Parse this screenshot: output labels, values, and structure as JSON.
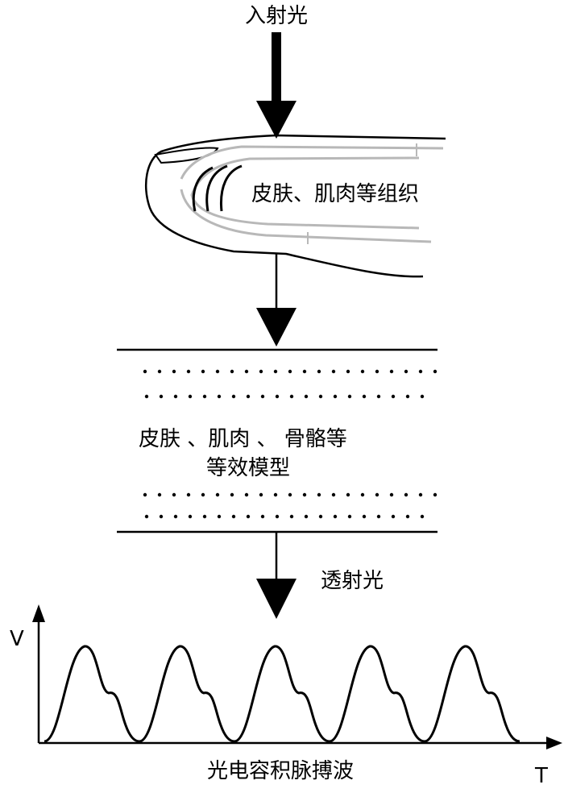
{
  "labels": {
    "incident_light": "入射光",
    "tissue_label": "皮肤、肌肉等组织",
    "model_line1": "皮肤 、肌肉 、 骨骼等",
    "model_line2": "等效模型",
    "transmitted_light": "透射光",
    "v_axis": "V",
    "t_axis": "T",
    "waveform_caption": "光电容积脉搏波"
  },
  "waveform": {
    "pulse_count": 5
  },
  "colors": {
    "ink": "#000000",
    "tissue_gray": "#b8b8b8"
  }
}
